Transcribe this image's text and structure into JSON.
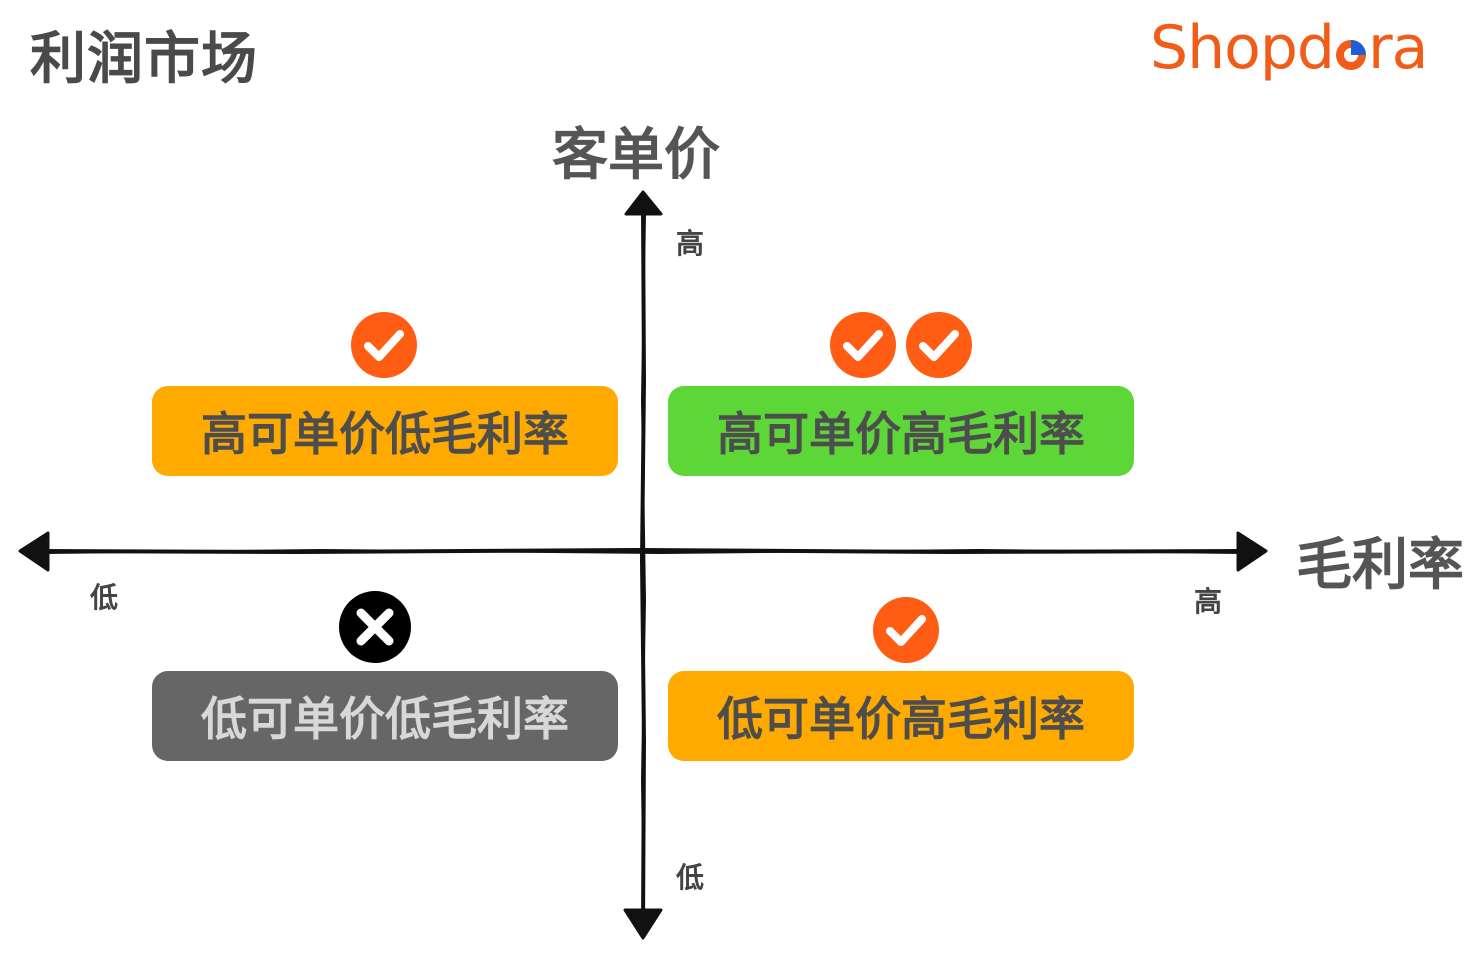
{
  "header": {
    "title": "利润市场",
    "logo_text_1": "Shop",
    "logo_text_2": "d",
    "logo_text_3": "ra"
  },
  "axes": {
    "y_title": "客单价",
    "x_title": "毛利率",
    "y_high": "高",
    "y_low": "低",
    "x_low": "低",
    "x_high": "高"
  },
  "quadrants": {
    "top_left": {
      "label": "高可单价低毛利率",
      "bg": "#FFAA00",
      "color": "#4D4D4D",
      "marks": [
        "check"
      ]
    },
    "top_right": {
      "label": "高可单价高毛利率",
      "bg": "#5DD637",
      "color": "#4D4D4D",
      "marks": [
        "check",
        "check"
      ]
    },
    "bottom_left": {
      "label": "低可单价低毛利率",
      "bg": "#666666",
      "color": "#D8D8D8",
      "marks": [
        "cross"
      ]
    },
    "bottom_right": {
      "label": "低可单价高毛利率",
      "bg": "#FFAA00",
      "color": "#4D4D4D",
      "marks": [
        "check"
      ]
    }
  },
  "colors": {
    "brand": "#F25C19",
    "check": "#FF5C14",
    "cross": "#000000",
    "axis": "#111111"
  }
}
